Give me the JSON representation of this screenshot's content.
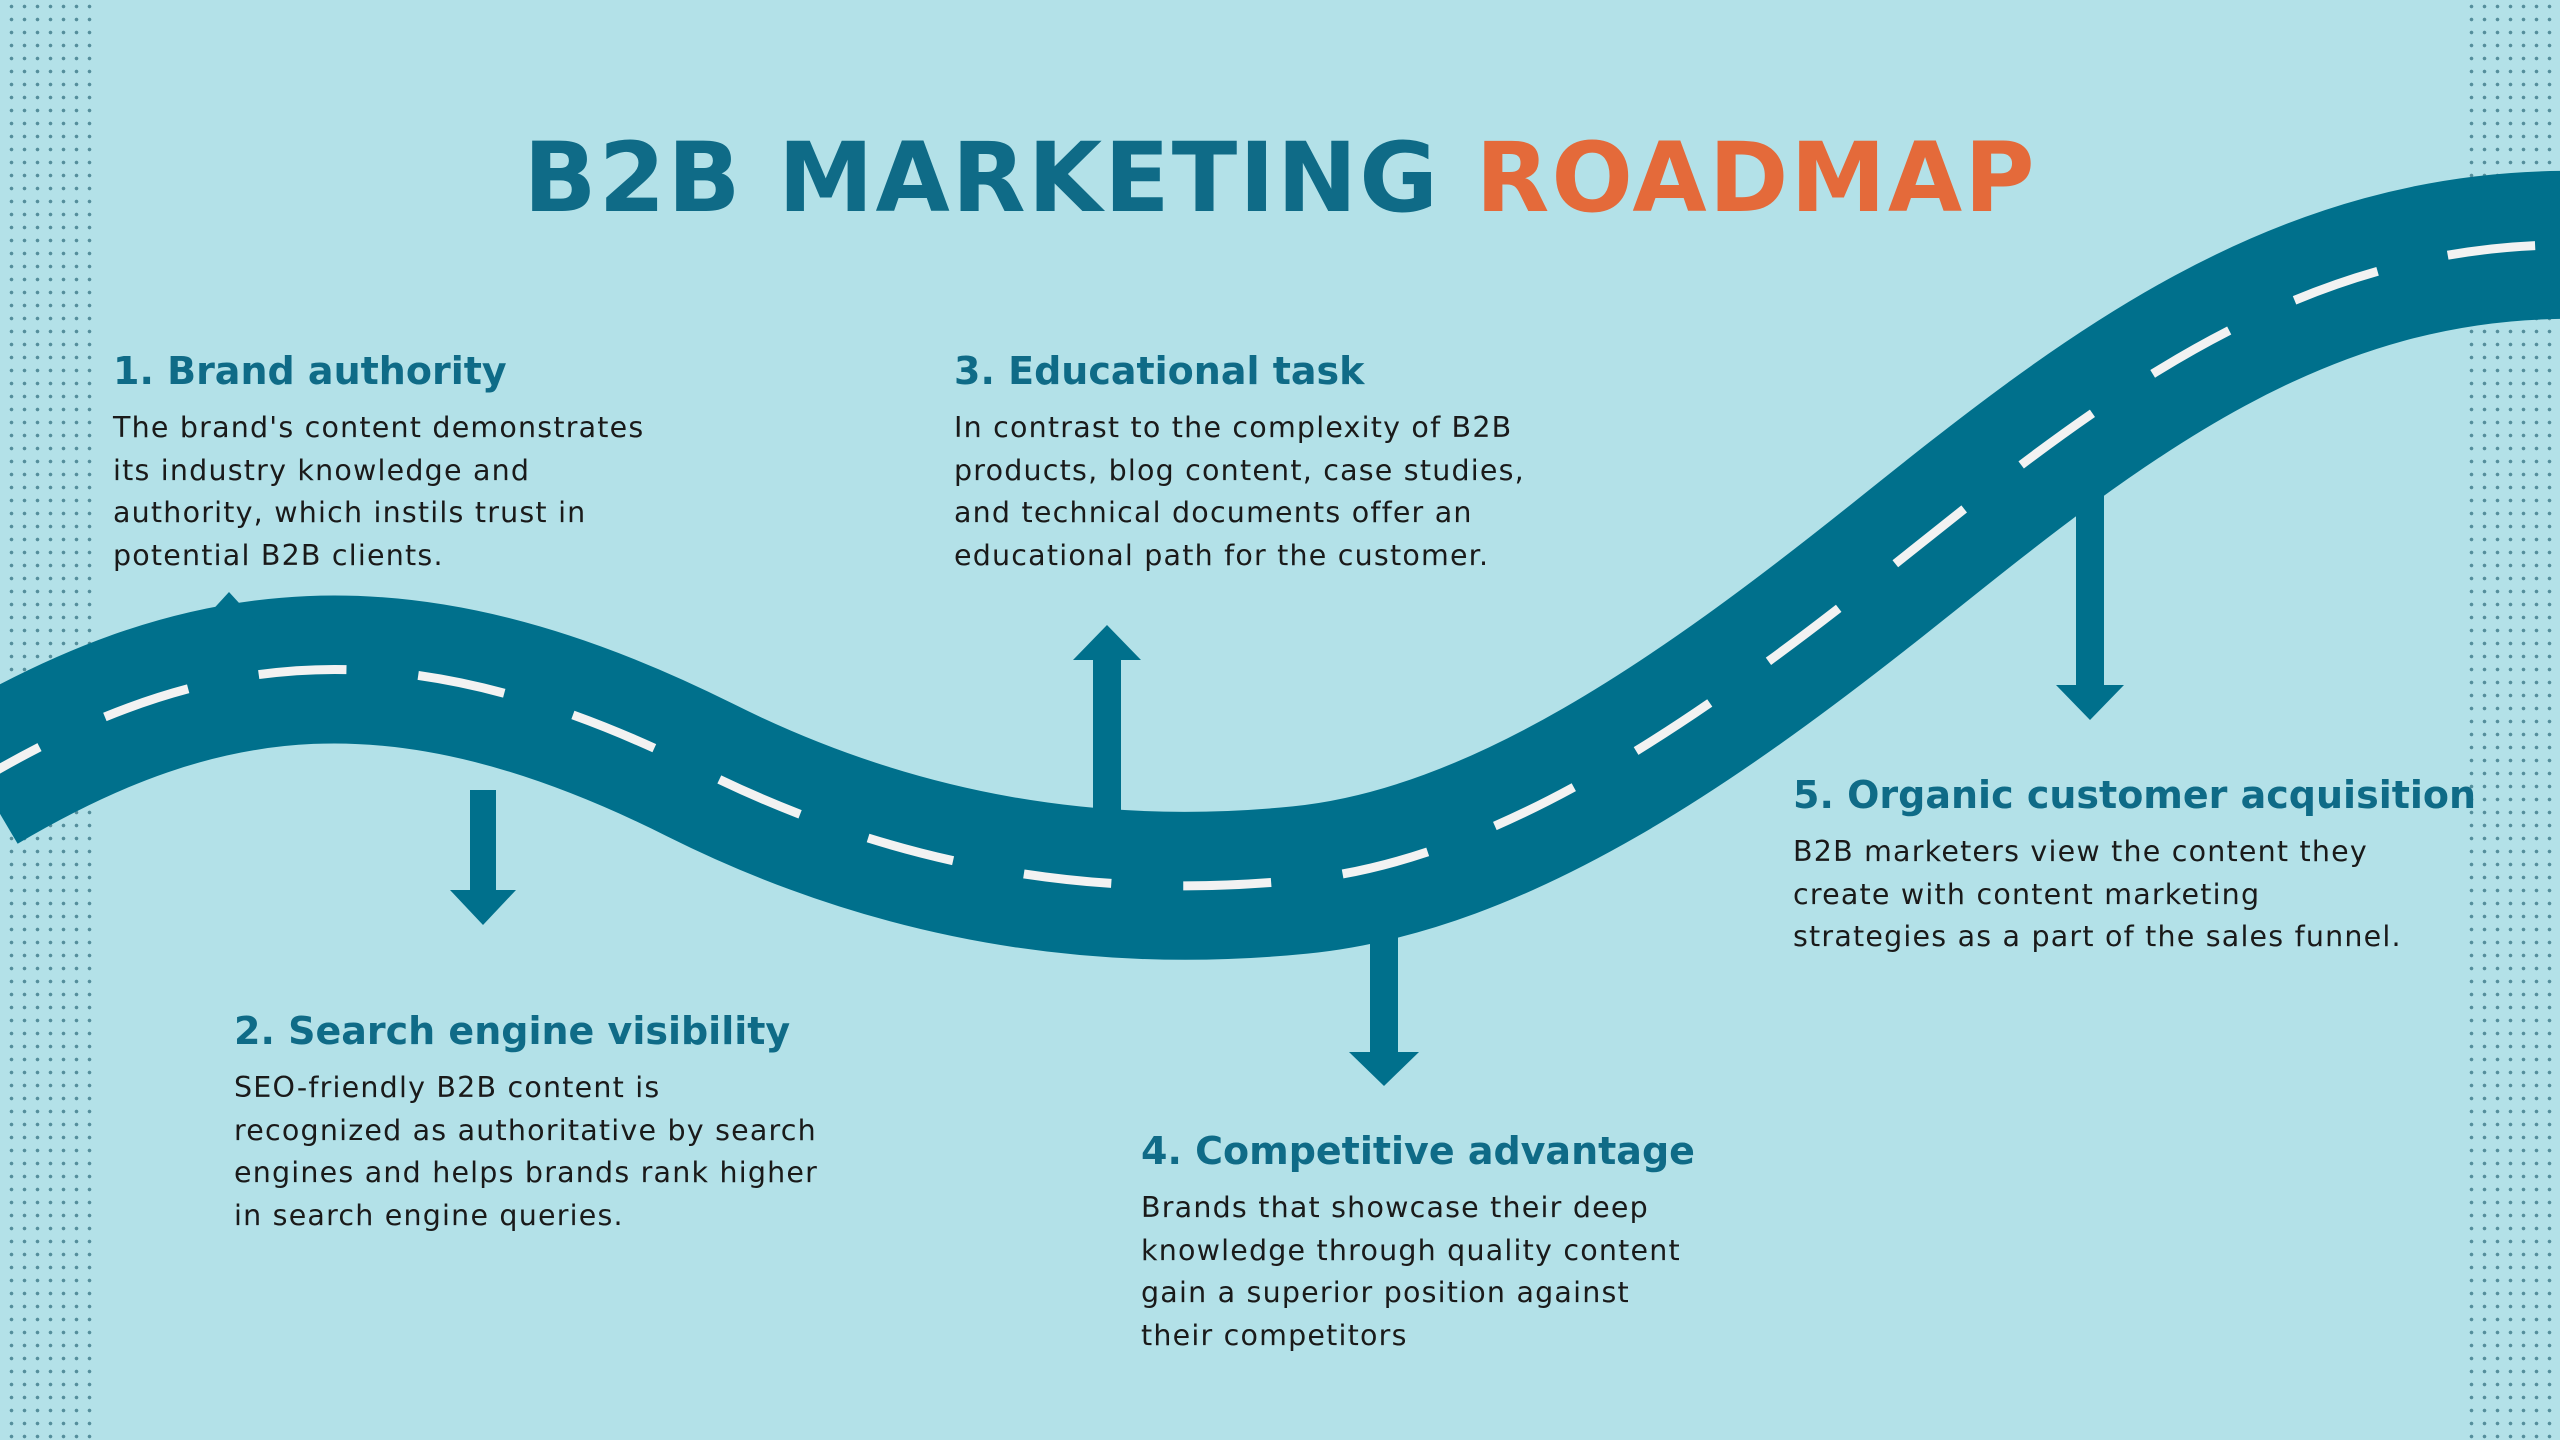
{
  "title": {
    "part1": "B2B MARKETING",
    "part2": "ROADMAP"
  },
  "colors": {
    "background": "#b3e1e8",
    "road": "#00708c",
    "lane_marking": "#ffffff",
    "heading": "#0f6b87",
    "accent": "#e46a3a",
    "body_text": "#1a1a1a"
  },
  "steps": [
    {
      "heading": "1. Brand authority",
      "lines": [
        "The brand's content demonstrates",
        "its industry knowledge and",
        "authority, which instils trust in",
        "potential B2B clients."
      ]
    },
    {
      "heading": "2. Search engine visibility",
      "lines": [
        "SEO-friendly B2B content is",
        "recognized as authoritative by search",
        "engines and helps brands rank higher",
        "in search engine queries."
      ]
    },
    {
      "heading": "3. Educational task",
      "lines": [
        "In contrast to the complexity of B2B",
        "products, blog content, case studies,",
        "and technical documents offer an",
        "educational path for the customer."
      ]
    },
    {
      "heading": "4. Competitive advantage",
      "lines": [
        "Brands that showcase their deep",
        "knowledge through quality content",
        "gain a superior position against",
        "their competitors"
      ]
    },
    {
      "heading": "5. Organic customer acquisition",
      "lines": [
        "B2B marketers view the content they",
        "create with content marketing",
        "strategies as a part of the sales funnel."
      ]
    }
  ]
}
